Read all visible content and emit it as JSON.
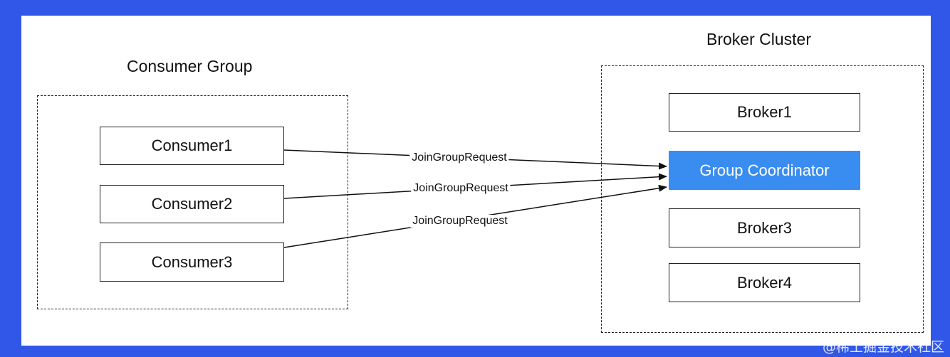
{
  "consumer_group": {
    "title": "Consumer Group",
    "nodes": [
      {
        "id": "consumer1",
        "label": "Consumer1"
      },
      {
        "id": "consumer2",
        "label": "Consumer2"
      },
      {
        "id": "consumer3",
        "label": "Consumer3"
      }
    ]
  },
  "broker_cluster": {
    "title": "Broker Cluster",
    "nodes": [
      {
        "id": "broker1",
        "label": "Broker1"
      },
      {
        "id": "coordinator",
        "label": "Group Coordinator"
      },
      {
        "id": "broker3",
        "label": "Broker3"
      },
      {
        "id": "broker4",
        "label": "Broker4"
      }
    ]
  },
  "edges": [
    {
      "from": "consumer1",
      "to": "coordinator",
      "label": "JoinGroupRequest"
    },
    {
      "from": "consumer2",
      "to": "coordinator",
      "label": "JoinGroupRequest"
    },
    {
      "from": "consumer3",
      "to": "coordinator",
      "label": "JoinGroupRequest"
    }
  ],
  "colors": {
    "frame": "#3157e8",
    "coordinator": "#3a8df0"
  },
  "watermark": "@稀土掘金技术社区"
}
